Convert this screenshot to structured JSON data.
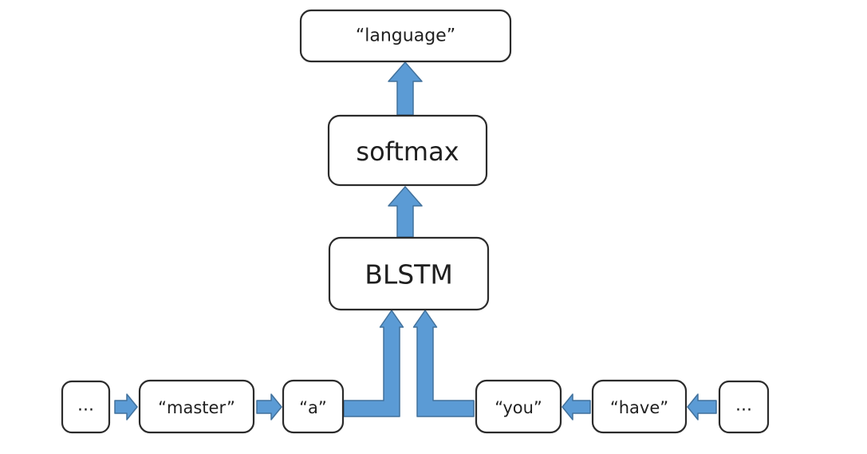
{
  "colors": {
    "background": "#ffffff",
    "box_fill": "#ffffff",
    "box_border": "#2b2b2b",
    "text": "#1f1f1f",
    "arrow_fill": "#5b9bd5",
    "arrow_stroke": "#41719c"
  },
  "diagram": {
    "type": "neural-network-architecture",
    "output_word": "“language”",
    "softmax": "softmax",
    "blstm": "BLSTM",
    "forward_context": {
      "ellipsis": "...",
      "word1": "“master”",
      "word2": "“a”"
    },
    "backward_context": {
      "word1": "“you”",
      "word2": "“have”",
      "ellipsis": "..."
    }
  }
}
